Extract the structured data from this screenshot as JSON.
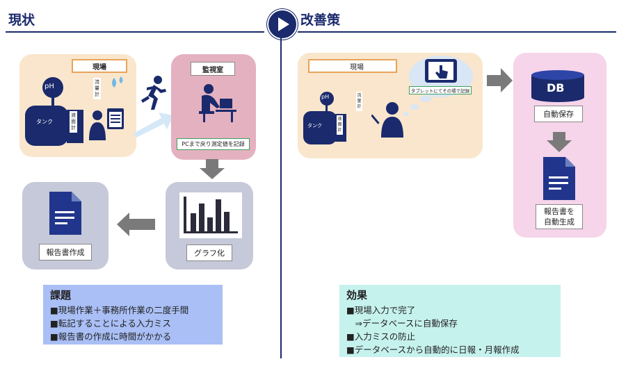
{
  "left": {
    "heading": "現状",
    "field_label": "現場",
    "ph_label": "pH",
    "tank_label": "タンク",
    "flow_meter_label": "流量計",
    "level_meter_label": "液面計",
    "monitor_room_label": "監視室",
    "monitor_note": "PCまで戻り測定値を記録",
    "graph_label": "グラフ化",
    "report_label": "報告書作成",
    "issues": {
      "title": "課題",
      "items": [
        "■現場作業＋事務所作業の二度手間",
        "■転記することによる入力ミス",
        "■報告書の作成に時間がかかる"
      ]
    }
  },
  "right": {
    "heading": "改善策",
    "field_label": "現場",
    "ph_label": "pH",
    "tank_label": "タンク",
    "flow_meter_label": "流量計",
    "level_meter_label": "液面計",
    "tablet_caption": "タブレットにてその場で記録",
    "db_label": "DB",
    "autosave_label": "自動保存",
    "report_auto_label": [
      "報告書を",
      "自動生成"
    ],
    "effects": {
      "title": "効果",
      "items": [
        "■現場入力で完了",
        "　⇒データベースに自動保存",
        "■入力ミスの防止",
        "■データベースから自動的に日報・月報作成"
      ]
    }
  },
  "colors": {
    "navy": "#1a2a6c",
    "field_bg": "#f9e6cc",
    "monitor_bg": "#e4b1c0",
    "gray_bg": "#c5c9d9",
    "cloud_bg": "#f6d4ea",
    "issues_bg": "#a9bff5",
    "effects_bg": "#c6f2ee",
    "arrow": "#7a7a7a"
  }
}
